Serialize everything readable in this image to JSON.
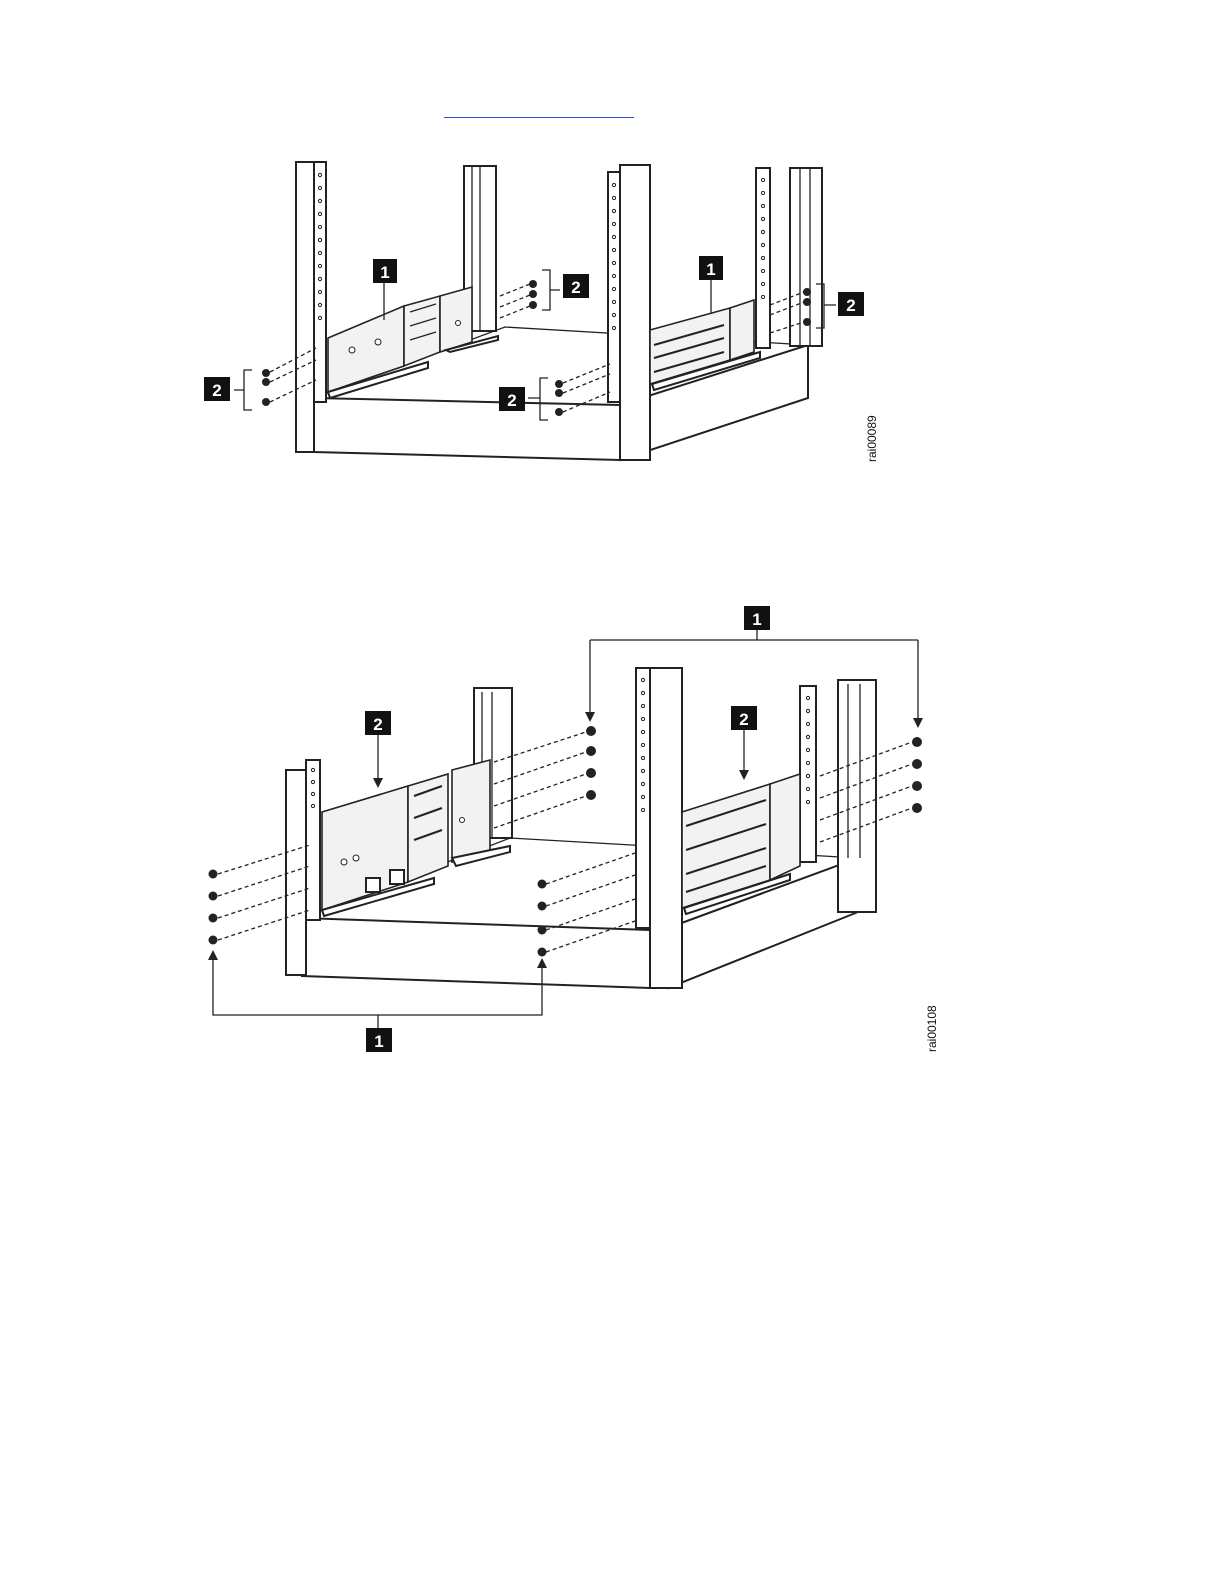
{
  "link": {
    "text": ""
  },
  "figure1": {
    "id": "rai00089",
    "callouts": [
      "1",
      "1",
      "2",
      "2",
      "2",
      "2"
    ]
  },
  "figure2": {
    "id": "rai00108",
    "callouts": [
      "1",
      "1",
      "2",
      "2"
    ]
  }
}
